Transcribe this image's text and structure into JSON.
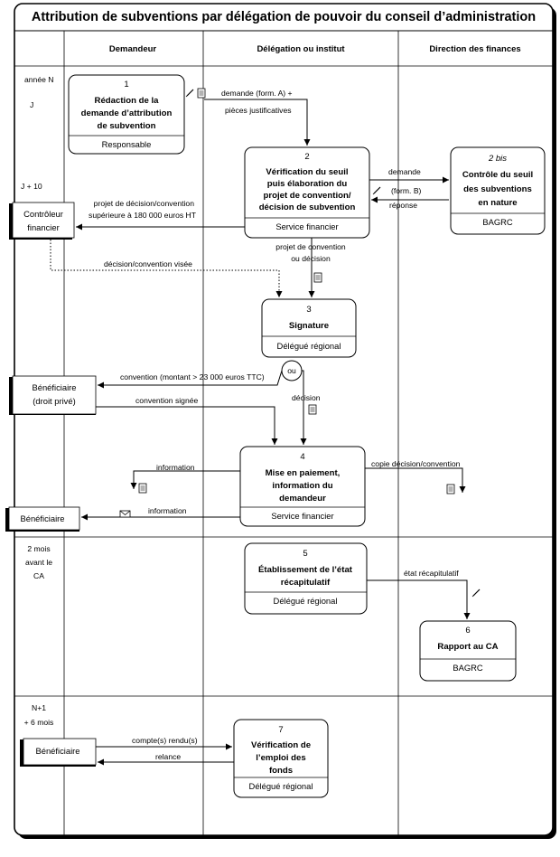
{
  "title": "Attribution de subventions par délégation de pouvoir du conseil d’administration",
  "columns": [
    "Demandeur",
    "Délégation ou institut",
    "Direction des finances"
  ],
  "time_labels": {
    "anneeN": "année N",
    "J": "J",
    "J10": "J + 10",
    "mois_l1": "2 mois",
    "mois_l2": "avant le",
    "mois_l3": "CA",
    "n1_l1": "N+1",
    "n1_l2": "+ 6 mois"
  },
  "steps": {
    "s1": {
      "num": "1",
      "l1": "Rédaction de la",
      "l2": "demande d’attribution",
      "l3": "de subvention",
      "role": "Responsable"
    },
    "s2": {
      "num": "2",
      "l1": "Vérification du seuil",
      "l2": "puis élaboration du",
      "l3": "projet de convention/",
      "l4": "décision de subvention",
      "role": "Service financier"
    },
    "s2bis": {
      "num": "2 bis",
      "l1": "Contrôle du seuil",
      "l2": "des subventions",
      "l3": "en nature",
      "role": "BAGRC"
    },
    "s3": {
      "num": "3",
      "l1": "Signature",
      "role": "Délégué régional"
    },
    "s4": {
      "num": "4",
      "l1": "Mise en paiement,",
      "l2": "information du",
      "l3": "demandeur",
      "role": "Service financier"
    },
    "s5": {
      "num": "5",
      "l1": "Établissement de l’état",
      "l2": "récapitulatif",
      "role": "Délégué régional"
    },
    "s6": {
      "num": "6",
      "l1": "Rapport au CA",
      "role": "BAGRC"
    },
    "s7": {
      "num": "7",
      "l1": "Vérification de",
      "l2": "l’emploi des",
      "l3": "fonds",
      "role": "Délégué régional"
    }
  },
  "actors": {
    "controleur_l1": "Contrôleur",
    "controleur_l2": "financier",
    "benef_prive_l1": "Bénéficiaire",
    "benef_prive_l2": "(droit privé)",
    "benef1": "Bénéficiaire",
    "benef2": "Bénéficiaire"
  },
  "labels": {
    "demande_a_l1": "demande (form. A) +",
    "demande_a_l2": "pièces justificatives",
    "demande": "demande",
    "form_b": "(form. B)",
    "reponse": "réponse",
    "projet_seuil_l1": "projet de décision/convention",
    "projet_seuil_l2": "supérieure à 180 000 euros HT",
    "projet_conv_l1": "projet de convention",
    "projet_conv_l2": "ou décision",
    "decision_visee": "décision/convention visée",
    "convention_montant": "convention (montant > 23 000 euros TTC)",
    "ou": "ou",
    "decision": "décision",
    "convention_signee": "convention signée",
    "information1": "information",
    "information2": "information",
    "copie": "copie décision/convention",
    "etat_recap": "état récapitulatif",
    "comptes_rendus": "compte(s) rendu(s)",
    "relance": "relance"
  }
}
